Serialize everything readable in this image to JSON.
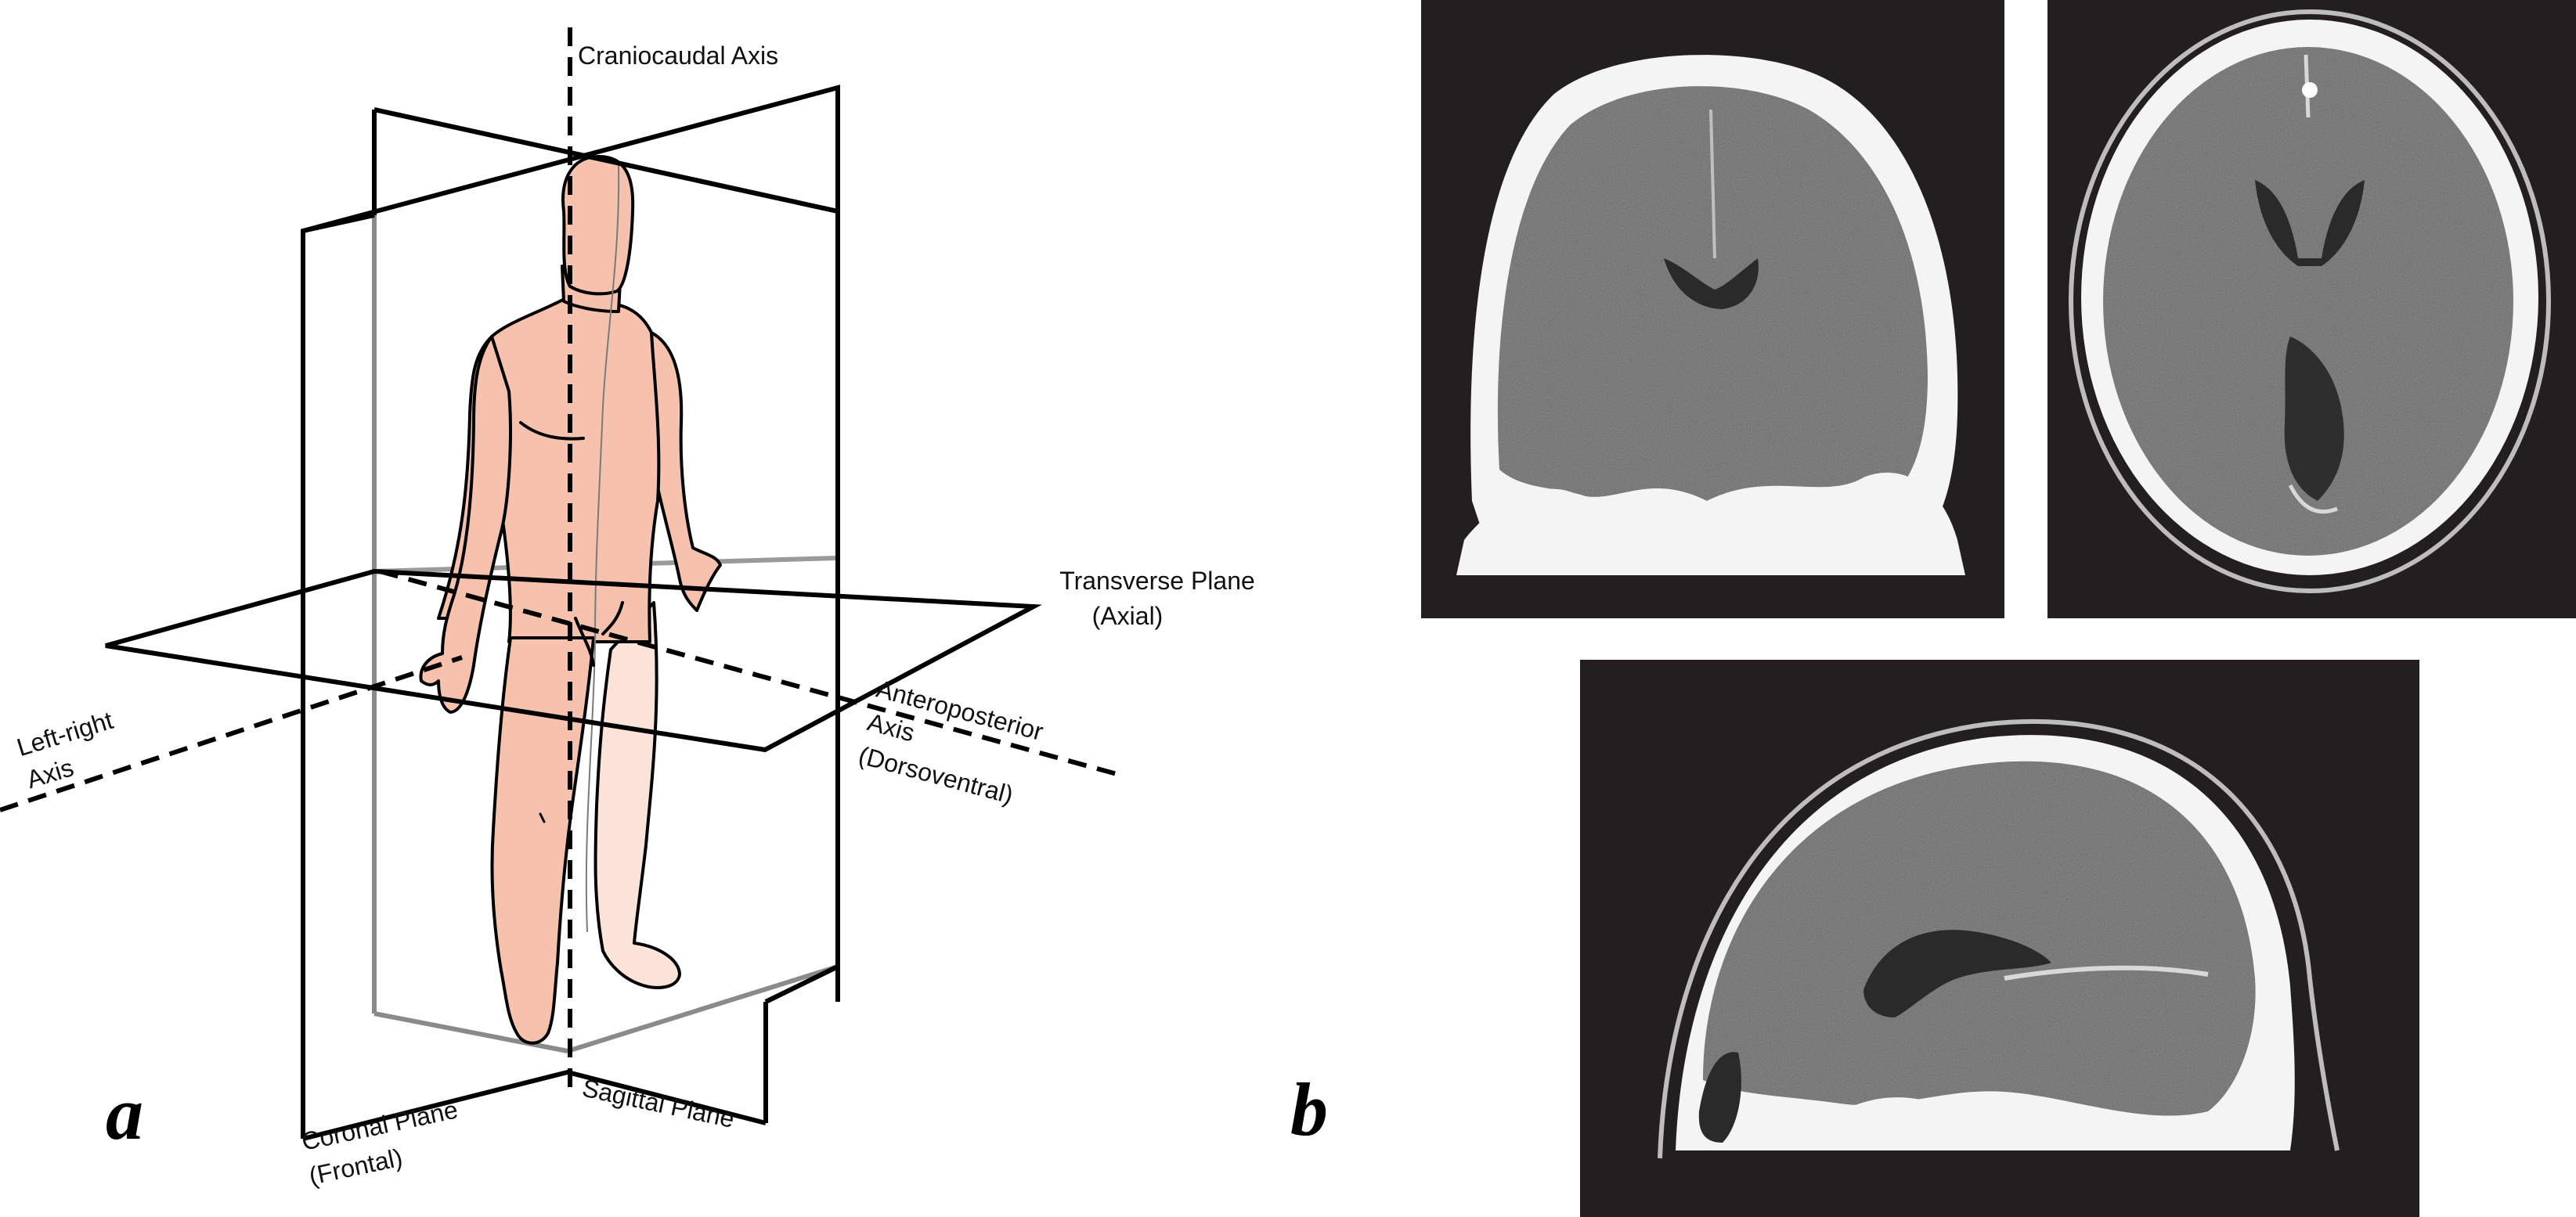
{
  "panel_labels": {
    "a": "a",
    "b": "b"
  },
  "axes": {
    "craniocaudal": "Craniocaudal Axis",
    "left_right": [
      "Left-right",
      "Axis"
    ],
    "anteroposterior": [
      "Anteroposterior",
      "Axis",
      "(Dorsoventral)"
    ]
  },
  "planes": {
    "transverse": [
      "Transverse Plane",
      "(Axial)"
    ],
    "coronal": [
      "Coronal Plane",
      "(Frontal)"
    ],
    "sagittal": "Sagittal Plane"
  },
  "scan_views": [
    "coronal",
    "axial",
    "sagittal"
  ],
  "colors": {
    "skin": "#f6c1ad",
    "skin_light": "#fce3d9",
    "plane_stroke": "#000000",
    "plane_stroke_back": "#8a8a8a",
    "ct_background": "#231f20",
    "ct_bone": "#f4f4f4",
    "ct_brain": "#8c8c8c"
  }
}
